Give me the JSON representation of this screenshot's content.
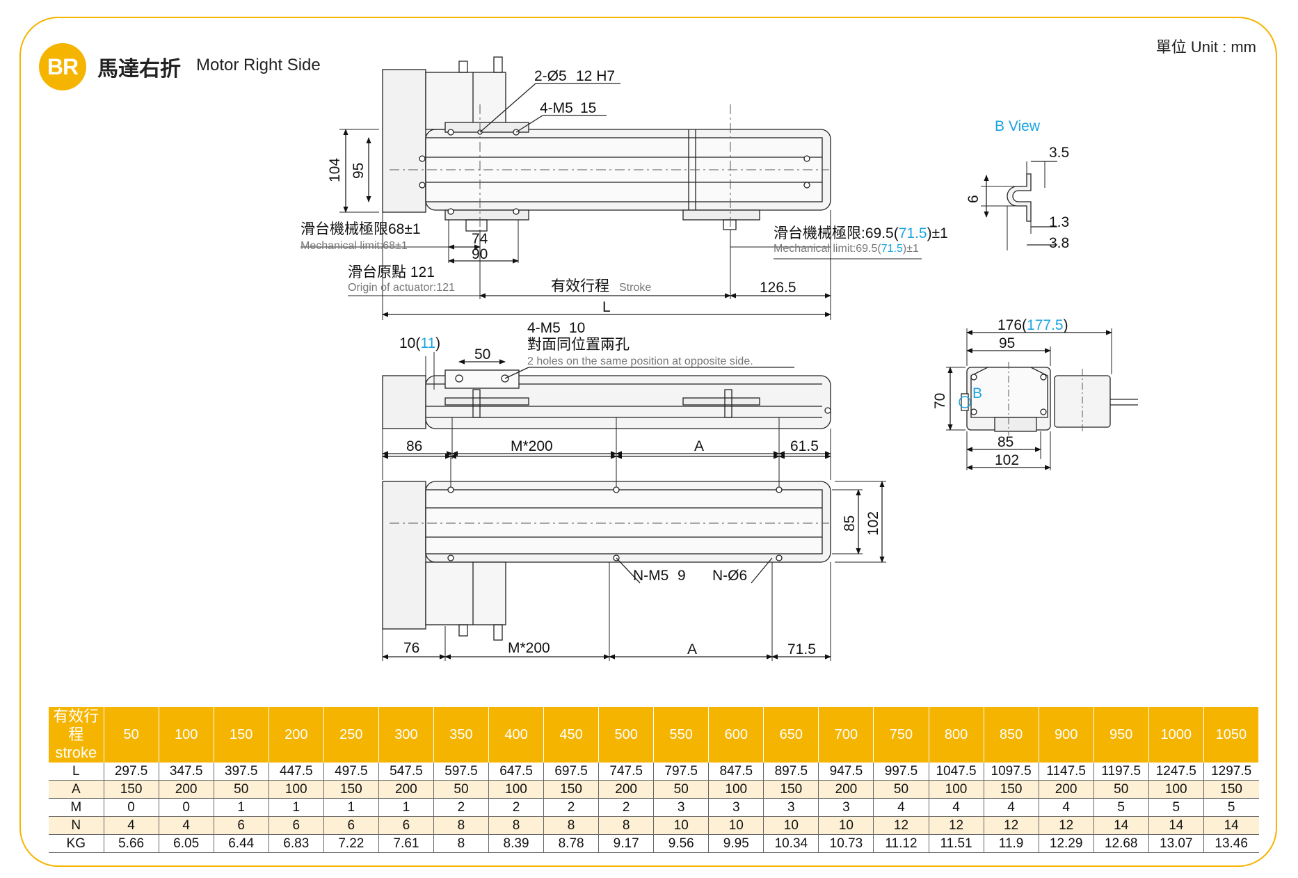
{
  "header": {
    "badge": "BR",
    "title_zh": "馬達右折",
    "title_en": "Motor Right Side",
    "unit": "單位 Unit : mm"
  },
  "top_view": {
    "hole_pin": "2-Ø5",
    "hole_pin_depth": "12 H7",
    "hole_tap": "4-M5",
    "hole_tap_depth": "15",
    "dim_104": "104",
    "dim_95": "95",
    "mech_limit_left_zh": "滑台機械極限68±1",
    "mech_limit_left_en": "Mechanical limit:68±1",
    "dim_74": "74",
    "dim_90": "90",
    "origin_zh": "滑台原點 121",
    "origin_en": "Origin of actuator:121",
    "stroke_zh": "有效行程",
    "stroke_en": "Stroke",
    "dim_126_5": "126.5",
    "dim_L": "L",
    "mech_limit_right_zh": "滑台機械極限:69.5(",
    "mech_limit_right_blue": "71.5",
    "mech_limit_right_tail": ")±1",
    "mech_limit_right_en": "Mechanical limit:69.5(",
    "mech_limit_right_en_blue": "71.5",
    "mech_limit_right_en_tail": ")±1"
  },
  "b_view": {
    "title": "B View",
    "dim_3_5": "3.5",
    "dim_6": "6",
    "dim_1_3": "1.3",
    "dim_3_8": "3.8"
  },
  "side_view": {
    "dim_10": "10(",
    "dim_10_blue": "11",
    "dim_10_tail": ")",
    "dim_50": "50",
    "hole": "4-M5",
    "hole_depth": "10",
    "opposite_zh": "對面同位置兩孔",
    "opposite_en": "2 holes on the same position at opposite side."
  },
  "end_view": {
    "dim_176": "176(",
    "dim_176_blue": "177.5",
    "dim_176_tail": ")",
    "dim_95": "95",
    "dim_70": "70",
    "marker_b": "B",
    "dim_85": "85",
    "dim_102": "102"
  },
  "bottom_view": {
    "dim_86": "86",
    "dim_m200_top": "M*200",
    "dim_A_top": "A",
    "dim_61_5": "61.5",
    "dim_85": "85",
    "dim_102": "102",
    "hole_tap": "N-M5",
    "hole_tap_depth": "9",
    "hole_thru": "N-Ø6",
    "dim_76": "76",
    "dim_m200_bot": "M*200",
    "dim_A_bot": "A",
    "dim_71_5": "71.5"
  },
  "table": {
    "header_zh": "有效行程",
    "header_en": "stroke",
    "strokes": [
      "50",
      "100",
      "150",
      "200",
      "250",
      "300",
      "350",
      "400",
      "450",
      "500",
      "550",
      "600",
      "650",
      "700",
      "750",
      "800",
      "850",
      "900",
      "950",
      "1000",
      "1050"
    ],
    "rows": [
      {
        "label": "L",
        "values": [
          "297.5",
          "347.5",
          "397.5",
          "447.5",
          "497.5",
          "547.5",
          "597.5",
          "647.5",
          "697.5",
          "747.5",
          "797.5",
          "847.5",
          "897.5",
          "947.5",
          "997.5",
          "1047.5",
          "1097.5",
          "1147.5",
          "1197.5",
          "1247.5",
          "1297.5"
        ]
      },
      {
        "label": "A",
        "values": [
          "150",
          "200",
          "50",
          "100",
          "150",
          "200",
          "50",
          "100",
          "150",
          "200",
          "50",
          "100",
          "150",
          "200",
          "50",
          "100",
          "150",
          "200",
          "50",
          "100",
          "150"
        ]
      },
      {
        "label": "M",
        "values": [
          "0",
          "0",
          "1",
          "1",
          "1",
          "1",
          "2",
          "2",
          "2",
          "2",
          "3",
          "3",
          "3",
          "3",
          "4",
          "4",
          "4",
          "4",
          "5",
          "5",
          "5"
        ]
      },
      {
        "label": "N",
        "values": [
          "4",
          "4",
          "6",
          "6",
          "6",
          "6",
          "8",
          "8",
          "8",
          "8",
          "10",
          "10",
          "10",
          "10",
          "12",
          "12",
          "12",
          "12",
          "14",
          "14",
          "14"
        ]
      },
      {
        "label": "KG",
        "values": [
          "5.66",
          "6.05",
          "6.44",
          "6.83",
          "7.22",
          "7.61",
          "8",
          "8.39",
          "8.78",
          "9.17",
          "9.56",
          "9.95",
          "10.34",
          "10.73",
          "11.12",
          "11.51",
          "11.9",
          "12.29",
          "12.68",
          "13.07",
          "13.46"
        ]
      }
    ]
  },
  "colors": {
    "accent": "#f5b400",
    "highlight": "#1aa3e0",
    "row_alt": "#fdf0d5"
  }
}
